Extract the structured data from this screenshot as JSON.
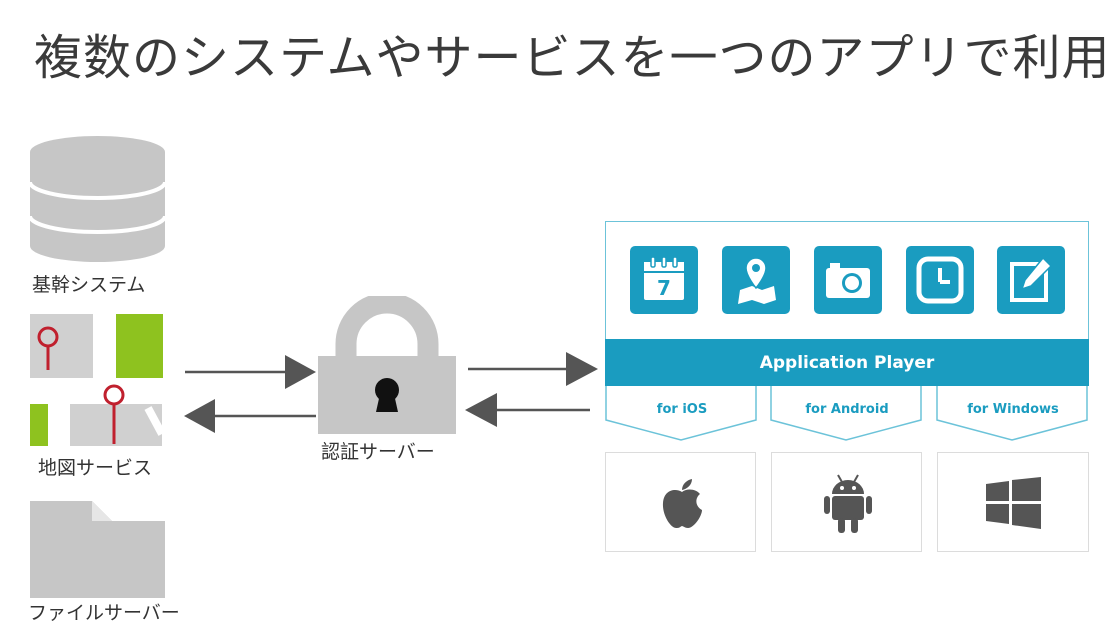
{
  "title": "複数のシステムやサービスを一つのアプリで利用",
  "sources": {
    "core_system": "基幹システム",
    "map_service": "地図サービス",
    "file_server": "ファイルサーバー"
  },
  "auth_server": "認証サーバー",
  "player": {
    "bar_label": "Application Player",
    "calendar_day": "7",
    "platforms": [
      "for iOS",
      "for Android",
      "for Windows"
    ]
  },
  "colors": {
    "accent": "#1a9cc0",
    "panel_border": "#6cc3d9",
    "gray": "#c6c6c6",
    "map_green": "#8ec21f",
    "map_pin": "#c0202e",
    "arrow": "#555555"
  }
}
